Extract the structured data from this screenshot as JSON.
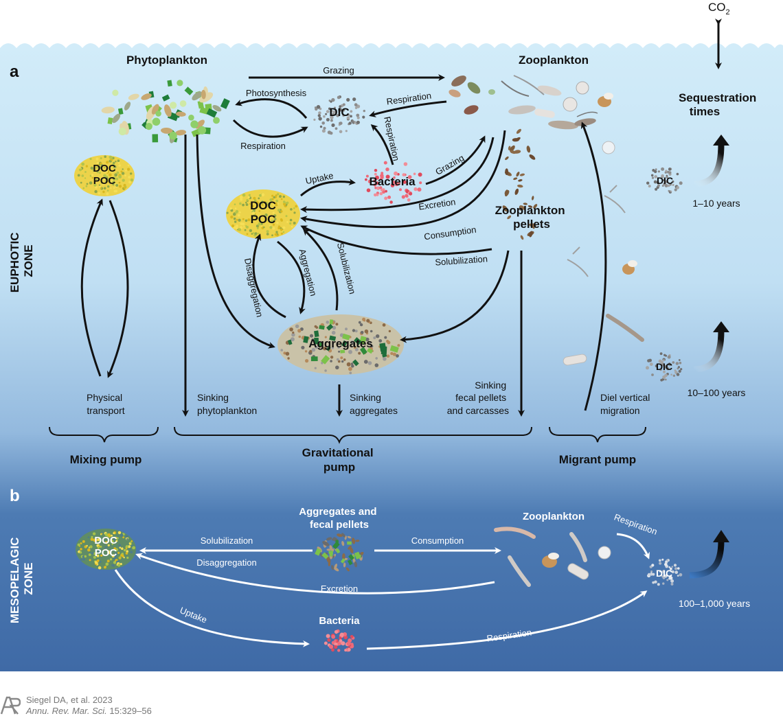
{
  "panels": {
    "a": "a",
    "b": "b"
  },
  "zones": {
    "euphotic": [
      "EUPHOTIC",
      "ZONE"
    ],
    "mesopelagic": [
      "MESOPELAGIC",
      "ZONE"
    ]
  },
  "euphotic": {
    "phytoplankton": "Phytoplankton",
    "zooplankton": "Zooplankton",
    "dic": "DIC",
    "bacteria": "Bacteria",
    "doc": "DOC",
    "poc": "POC",
    "aggregates": "Aggregates",
    "zoo_pellets": [
      "Zooplankton",
      "pellets"
    ],
    "co2": "CO",
    "co2_sub": "2",
    "processes": {
      "grazing_top": "Grazing",
      "photosynthesis": "Photosynthesis",
      "respiration_phyto": "Respiration",
      "respiration_zoo": "Respiration",
      "respiration_bact": "Respiration",
      "uptake": "Uptake",
      "grazing_bact": "Grazing",
      "excretion": "Excretion",
      "consumption": "Consumption",
      "solubilization_h": "Solubilization",
      "solubilization_v": "Solubilization",
      "aggregation": "Aggregation",
      "disaggregation": "Disaggregation"
    },
    "bottom_labels": {
      "physical": [
        "Physical",
        "transport"
      ],
      "sinking_phyto": [
        "Sinking",
        "phytoplankton"
      ],
      "sinking_agg": [
        "Sinking",
        "aggregates"
      ],
      "sinking_fecal": [
        "Sinking",
        "fecal pellets",
        "and carcasses"
      ],
      "diel": [
        "Diel vertical",
        "migration"
      ]
    },
    "pumps": {
      "mixing": "Mixing pump",
      "gravitational": [
        "Gravitational",
        "pump"
      ],
      "migrant": "Migrant pump"
    },
    "sequestration": [
      "Sequestration",
      "times"
    ],
    "times": {
      "t1": "1–10 years",
      "t2": "10–100 years"
    }
  },
  "mesopelagic": {
    "doc": "DOC",
    "poc": "POC",
    "agg_fecal": [
      "Aggregates and",
      "fecal pellets"
    ],
    "zooplankton": "Zooplankton",
    "dic": "DIC",
    "bacteria": "Bacteria",
    "solubilization": "Solubilization",
    "disaggregation": "Disaggregation",
    "consumption": "Consumption",
    "excretion": "Excretion",
    "uptake": "Uptake",
    "respiration_zoo": "Respiration",
    "respiration_bact": "Respiration",
    "time": "100–1,000 years"
  },
  "citation": {
    "authors": "Siegel DA, et al. 2023",
    "journal": "Annu. Rev. Mar. Sci.",
    "pages": " 15:329–56"
  },
  "colors": {
    "surface": "#d8eefa",
    "mid": "#9fc2e3",
    "deep": "#4370a8",
    "doc_fill": "#f2d43a",
    "bacteria": "#ee6b7a"
  }
}
